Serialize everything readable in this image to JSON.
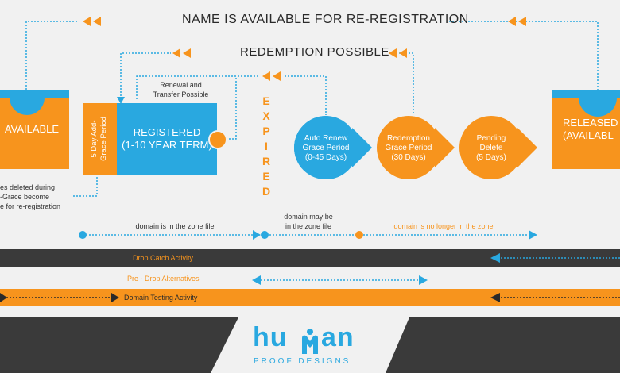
{
  "titles": {
    "reregistration": "NAME IS AVAILABLE FOR RE-REGISTRATION",
    "redemption": "REDEMPTION POSSIBLE"
  },
  "notes": {
    "renewal_line1": "Renewal and",
    "renewal_line2": "Transfer Possible",
    "deleted_line1": "es deleted during",
    "deleted_line2": "-Grace become",
    "deleted_line3": "e for re-registration"
  },
  "boxes": {
    "available": "AVAILABLE",
    "grace_line1": "5 Day Add-",
    "grace_line2": "Grace Period",
    "registered_line1": "REGISTERED",
    "registered_line2": "(1-10 YEAR TERM)",
    "released_line1": "RELEASED",
    "released_line2": "(AVAILABL"
  },
  "expired_letters": [
    "E",
    "X",
    "P",
    "I",
    "R",
    "E",
    "D"
  ],
  "drops": {
    "auto_renew": [
      "Auto Renew",
      "Grace Period",
      "(0-45 Days)"
    ],
    "redemption": [
      "Redemption",
      "Grace Period",
      "(30 Days)"
    ],
    "pending": [
      "Pending",
      "Delete",
      "(5 Days)"
    ]
  },
  "timeline": {
    "in_zone": "domain is in the zone file",
    "maybe_line1": "domain may be",
    "maybe_line2": "in the zone file",
    "not_in_zone": "domain is no longer in the zone"
  },
  "bands": {
    "drop_catch": "Drop Catch Activity",
    "pre_drop": "Pre - Drop Alternatives",
    "domain_testing": "Domain Testing Activity"
  },
  "logo": {
    "word_left": "hu",
    "word_right": "an",
    "tagline": "PROOF DESIGNS"
  },
  "colors": {
    "orange": "#f7941d",
    "blue": "#29a8e0",
    "dark": "#3a3a3a"
  }
}
